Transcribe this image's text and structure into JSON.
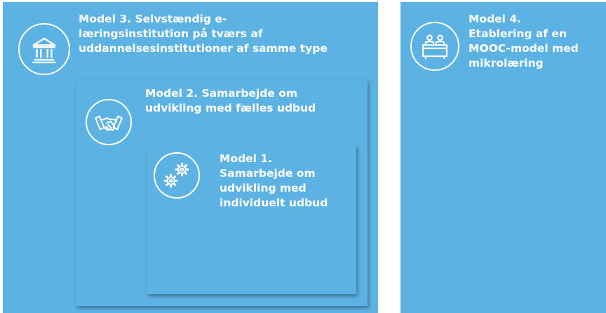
{
  "models": {
    "m3": {
      "title": "Model 3. Selvstændig e-\nlæringsinstitution på tværs af\nuddannelsesinstitutioner af samme type",
      "icon": "institution-building-icon"
    },
    "m2": {
      "title": "Model 2. Samarbejde om\nudvikling med fælles udbud",
      "icon": "handshake-icon"
    },
    "m1": {
      "title": "Model 1.\nSamarbejde om\nudvikling med\nindividuelt udbud",
      "icon": "gears-icon"
    },
    "m4": {
      "title": "Model 4.\nEtablering af en\nMOOC-model med\nmikrolæring",
      "icon": "people-at-desk-icon"
    }
  },
  "colors": {
    "box": "#5db2e4",
    "text": "#ffffff"
  }
}
